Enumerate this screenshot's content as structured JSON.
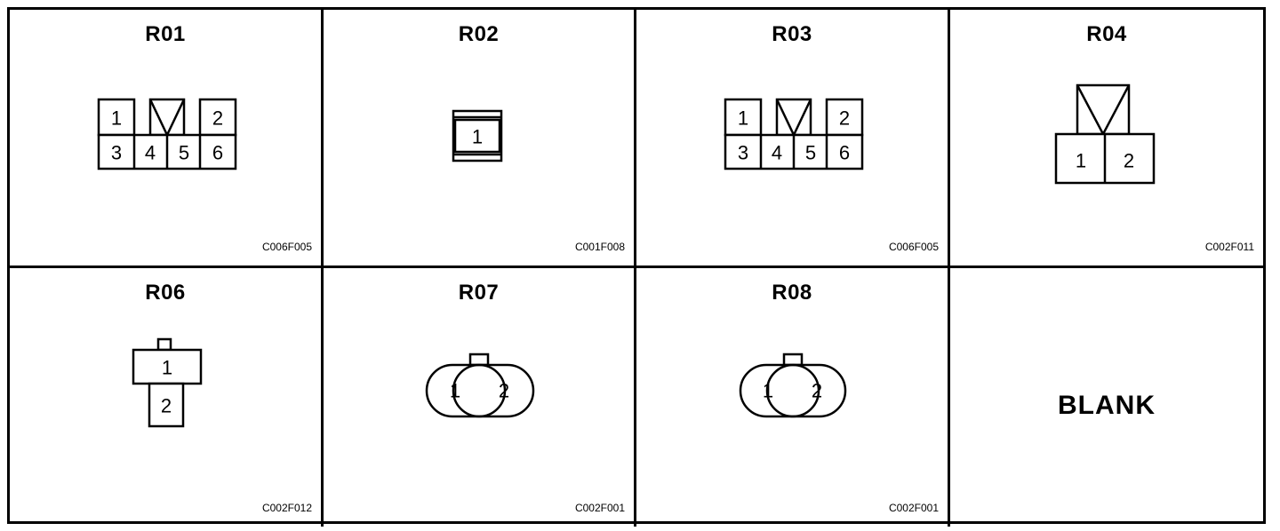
{
  "cells": [
    {
      "title": "R01",
      "code": "C006F005",
      "pins": [
        "1",
        "2",
        "3",
        "4",
        "5",
        "6"
      ]
    },
    {
      "title": "R02",
      "code": "C001F008",
      "pins": [
        "1"
      ]
    },
    {
      "title": "R03",
      "code": "C006F005",
      "pins": [
        "1",
        "2",
        "3",
        "4",
        "5",
        "6"
      ]
    },
    {
      "title": "R04",
      "code": "C002F011",
      "pins": [
        "1",
        "2"
      ]
    },
    {
      "title": "R06",
      "code": "C002F012",
      "pins": [
        "1",
        "2"
      ]
    },
    {
      "title": "R07",
      "code": "C002F001",
      "pins": [
        "1",
        "2"
      ]
    },
    {
      "title": "R08",
      "code": "C002F001",
      "pins": [
        "1",
        "2"
      ]
    },
    {
      "label": "BLANK"
    }
  ]
}
